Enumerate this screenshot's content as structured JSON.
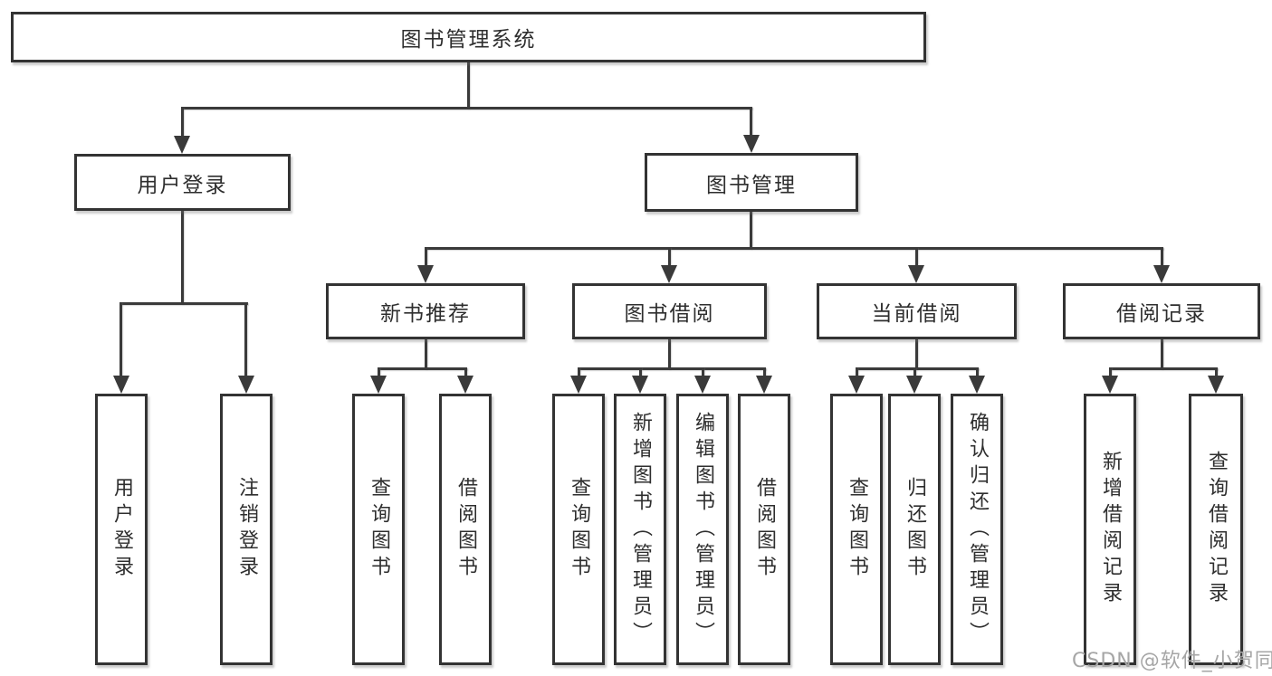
{
  "diagram_type": "hierarchy",
  "tree": {
    "label": "图书管理系统",
    "children": [
      {
        "label": "用户登录",
        "children": [
          {
            "label": "用户登录"
          },
          {
            "label": "注销登录"
          }
        ]
      },
      {
        "label": "图书管理",
        "children": [
          {
            "label": "新书推荐",
            "children": [
              {
                "label": "查询图书"
              },
              {
                "label": "借阅图书"
              }
            ]
          },
          {
            "label": "图书借阅",
            "children": [
              {
                "label": "查询图书"
              },
              {
                "label": "新增图书（管理员）"
              },
              {
                "label": "编辑图书（管理员）"
              },
              {
                "label": "借阅图书"
              }
            ]
          },
          {
            "label": "当前借阅",
            "children": [
              {
                "label": "查询图书"
              },
              {
                "label": "归还图书"
              },
              {
                "label": "确认归还（管理员）"
              }
            ]
          },
          {
            "label": "借阅记录",
            "children": [
              {
                "label": "新增借阅记录"
              },
              {
                "label": "查询借阅记录"
              }
            ]
          }
        ]
      }
    ]
  },
  "watermark": {
    "text": "CSDN @软件_小贺同学"
  },
  "colors": {
    "line": "#3a3a3a",
    "box_border": "#333333",
    "text": "#2e2e2e",
    "watermark": "#a6a6a6",
    "background": "#ffffff"
  }
}
